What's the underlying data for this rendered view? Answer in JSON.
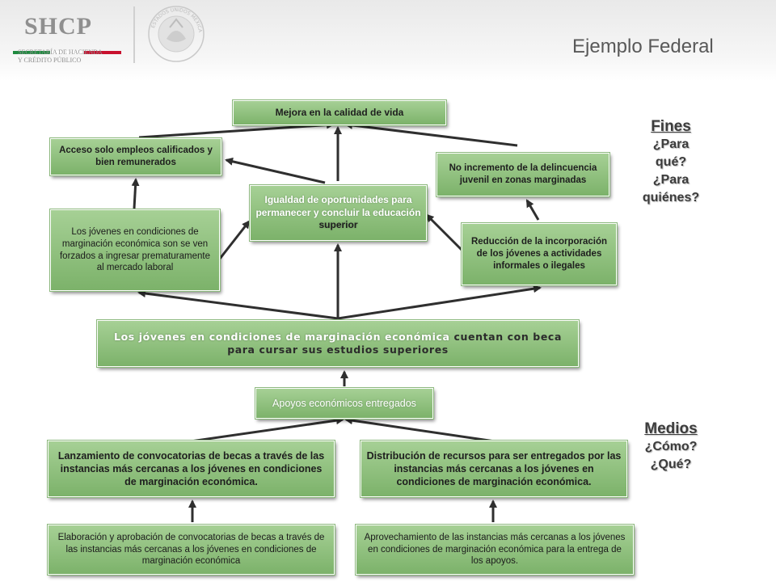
{
  "header": {
    "logo_title": "SHCP",
    "logo_subtitle_1": "SECRETARÍA DE HACIENDA",
    "logo_subtitle_2": "Y CRÉDITO PÚBLICO",
    "seal_text": "ESTADOS UNIDOS MEXICANOS",
    "page_title": "Ejemplo Federal",
    "colors": {
      "green": "#1e8a3f",
      "white": "#ffffff",
      "red": "#c8102e"
    }
  },
  "diagram": {
    "fin_top": "Mejora en la calidad de vida",
    "fin_left": "Acceso solo empleos calificados y bien remunerados",
    "fin_right": "No incremento de la delincuencia juvenil en zonas marginadas",
    "mid_left": "Los jóvenes en condiciones de marginación económica son se ven forzados a ingresar prematuramente al mercado laboral",
    "mid_center_a": "Igualdad de oportunidades  para permanecer y concluir la educación",
    "mid_center_b": "superior",
    "mid_right": "Reducción de la  incorporación de los jóvenes a actividades informales o ilegales",
    "purpose_a": "Los jóvenes en condiciones de marginación económica",
    "purpose_b": "cuentan con beca para cursar sus estudios superiores",
    "component": "Apoyos económicos entregados",
    "activity_left": "Lanzamiento de convocatorias de becas a través de las instancias más cercanas a los jóvenes en condiciones de marginación económica.",
    "activity_right": "Distribución de recursos para ser entregados por las instancias más cercanas a los jóvenes en condiciones de marginación económica.",
    "sub_left": "Elaboración y aprobación de convocatorias de becas a través de las instancias más cercanas a los jóvenes en condiciones de marginación económica",
    "sub_right": "Aprovechamiento de las instancias más cercanas a los jóvenes en condiciones de marginación económica para la entrega de los apoyos.",
    "box_color": "#8fc07c",
    "arrow_color": "#2f2f2f"
  },
  "side": {
    "fines_head": "Fines",
    "fines_l1": "¿Para",
    "fines_l2": "qué?",
    "fines_l3": "¿Para",
    "fines_l4": "quiénes?",
    "medios_head": "Medios",
    "medios_l1": "¿Cómo?",
    "medios_l2": "¿Qué?"
  }
}
